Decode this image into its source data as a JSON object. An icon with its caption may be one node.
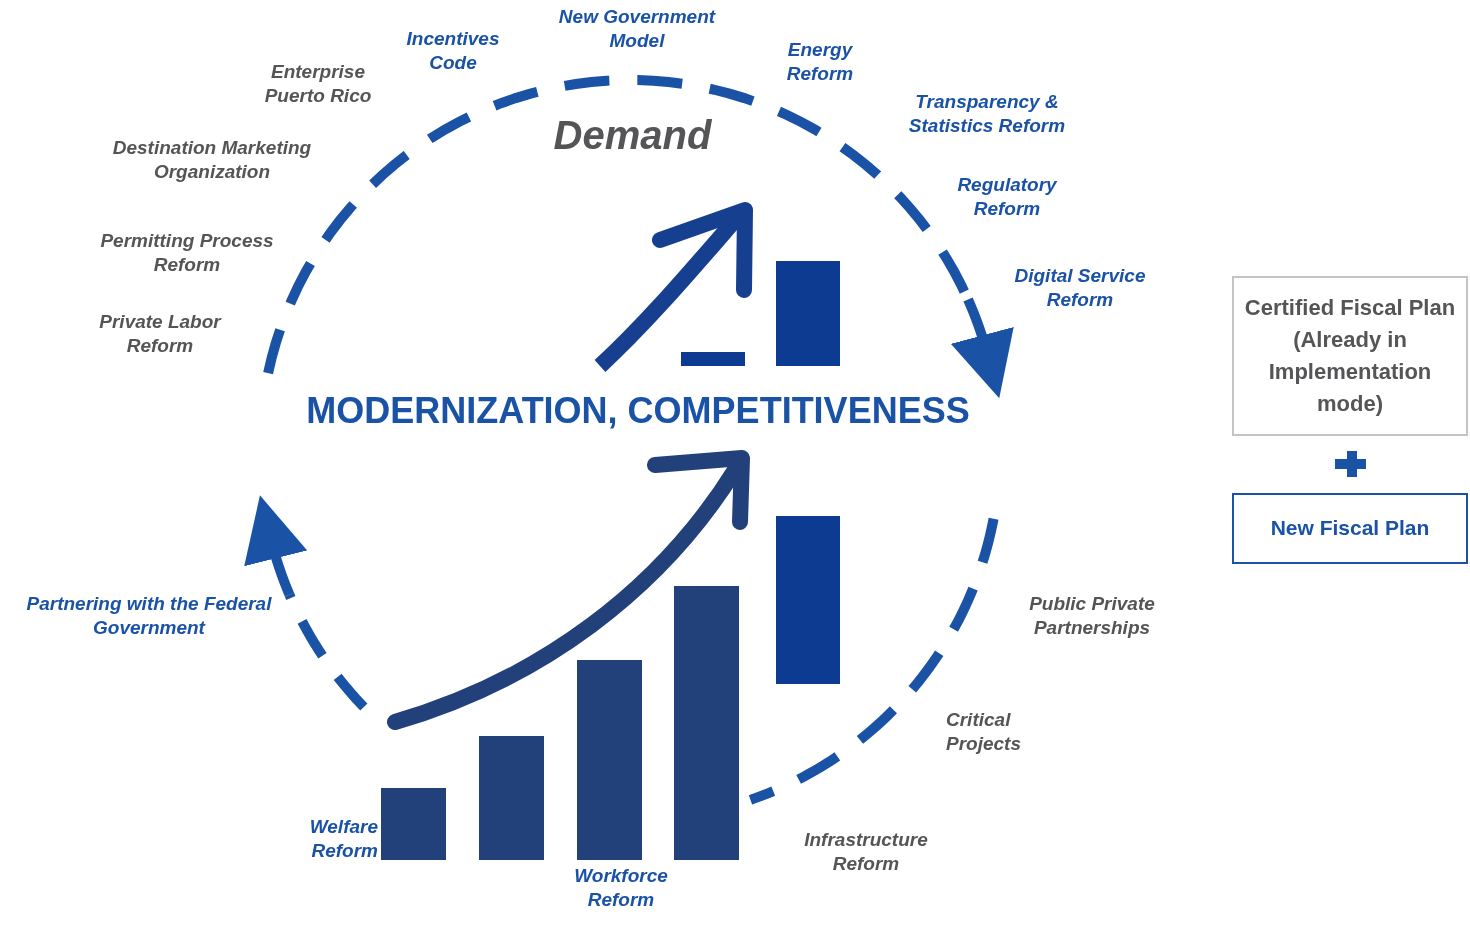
{
  "diagram": {
    "nodes": [
      {
        "text": [
          "Certified Fiscal Plan (Already in Implementation mode)"
        ]
      },
      {
        "text": [
          "New Fiscal Plan"
        ]
      }
    ],
    "labels": [
      "Incentives Code",
      "New Government Model",
      "Enterprise Puerto Rico",
      "Energy Reform",
      "Transparency & Statistics Reform",
      "Demand",
      "Destination Marketing Organization",
      "Regulatory Reform",
      "Permitting Process Reform",
      "Digital Service Reform",
      "Private Labor Reform",
      "MODERNIZATION, COMPETITIVENESS",
      "Partnering with the Federal Government",
      "Public Private Partnerships",
      "Critical Projects",
      "Welfare Reform",
      "Infrastructure Reform",
      "Workforce Reform"
    ]
  }
}
